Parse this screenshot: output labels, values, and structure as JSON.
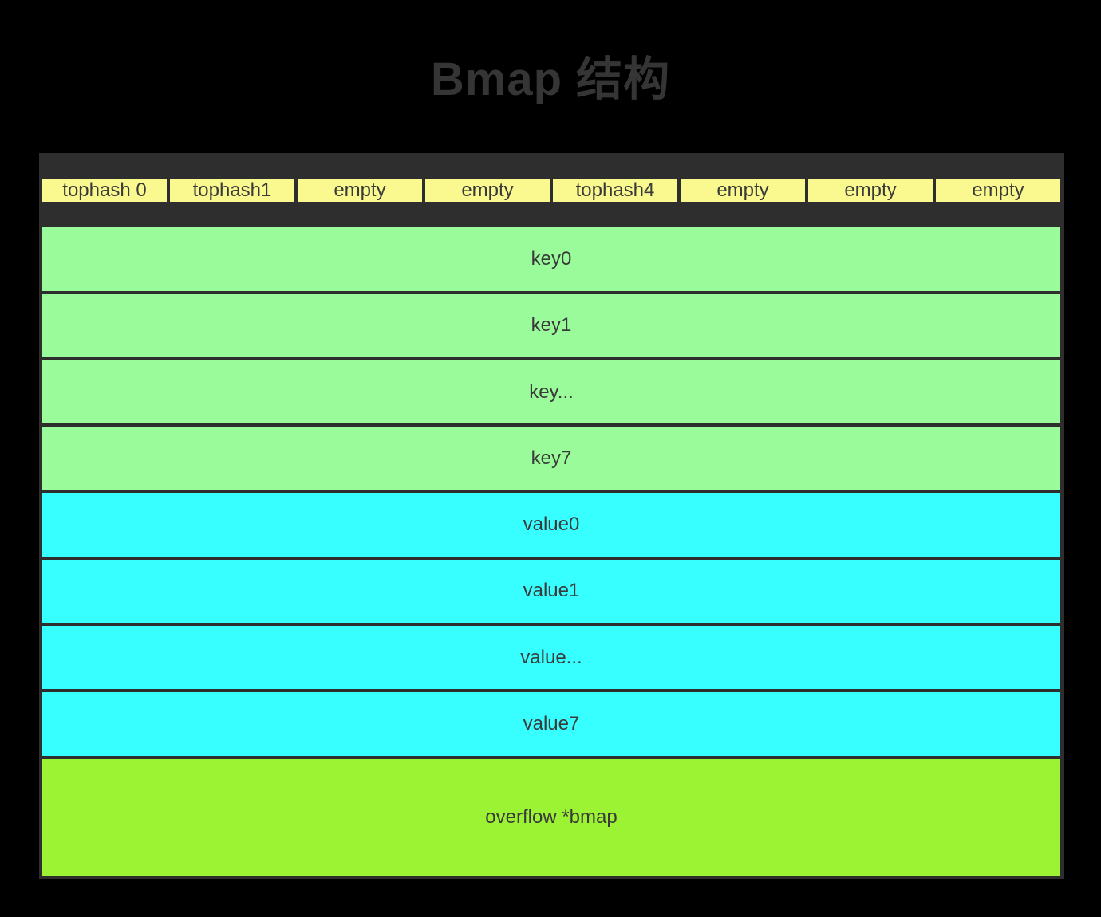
{
  "title": "Bmap 结构",
  "palette": {
    "page_background": "#000000",
    "border": "#2e2e2e",
    "text": "#3a3a3a",
    "tophash_fill": "#faf98f",
    "key_fill": "#9afb9a",
    "value_fill": "#38ffff",
    "overflow_fill": "#9cf334"
  },
  "bucket": {
    "tophash_cells": [
      "tophash 0",
      "tophash1",
      "empty",
      "empty",
      "tophash4",
      "empty",
      "empty",
      "empty"
    ],
    "key_rows": [
      "key0",
      "key1",
      "key...",
      "key7"
    ],
    "value_rows": [
      "value0",
      "value1",
      "value...",
      "value7"
    ],
    "overflow_label": "overflow *bmap"
  }
}
